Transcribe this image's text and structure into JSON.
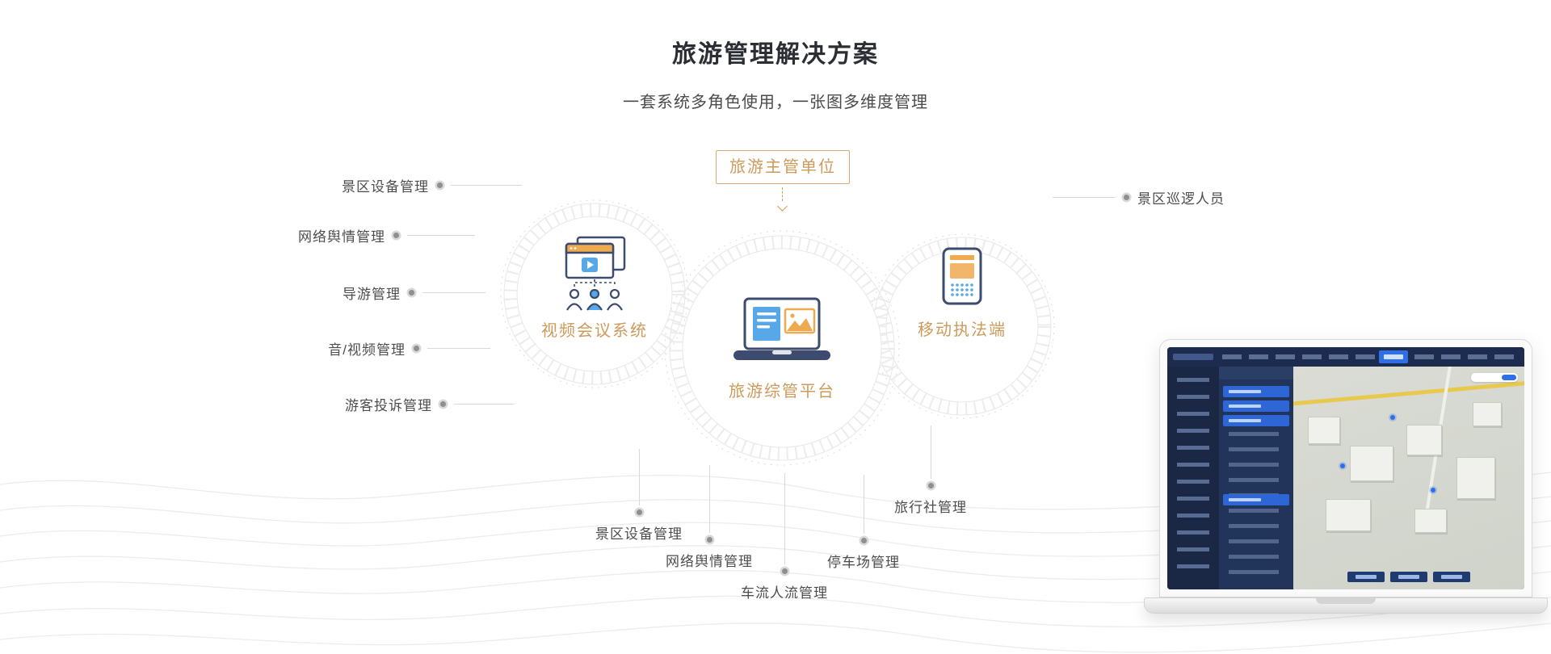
{
  "header": {
    "title": "旅游管理解决方案",
    "subtitle": "一套系统多角色使用，一张图多维度管理"
  },
  "diagram": {
    "top_node": {
      "label": "旅游主管单位"
    },
    "nodes": [
      {
        "id": "video-conference",
        "label": "视频会议系统"
      },
      {
        "id": "platform",
        "label": "旅游综管平台"
      },
      {
        "id": "mobile-enforcement",
        "label": "移动执法端"
      }
    ],
    "left_labels": [
      {
        "text": "景区设备管理"
      },
      {
        "text": "网络舆情管理"
      },
      {
        "text": "导游管理"
      },
      {
        "text": "音/视频管理"
      },
      {
        "text": "游客投诉管理"
      }
    ],
    "right_labels": [
      {
        "text": "景区巡逻人员"
      }
    ],
    "bottom_labels": [
      {
        "text": "景区设备管理"
      },
      {
        "text": "网络舆情管理"
      },
      {
        "text": "车流人流管理"
      },
      {
        "text": "停车场管理"
      },
      {
        "text": "旅行社管理"
      }
    ]
  },
  "icons": {
    "video_node": "video-conference-icon",
    "platform_node": "laptop-dashboard-icon",
    "mobile_node": "mobile-device-icon"
  },
  "colors": {
    "accent_orange": "#CD9A5A",
    "icon_navy": "#3D4B6E",
    "icon_blue": "#56A8E8",
    "icon_orange": "#EFA94F",
    "label_gray": "#4D4D4D",
    "line_gray": "#D9D9D9",
    "dashboard_navy": "#1D2B4E",
    "dashboard_blue": "#2E6FE8"
  }
}
